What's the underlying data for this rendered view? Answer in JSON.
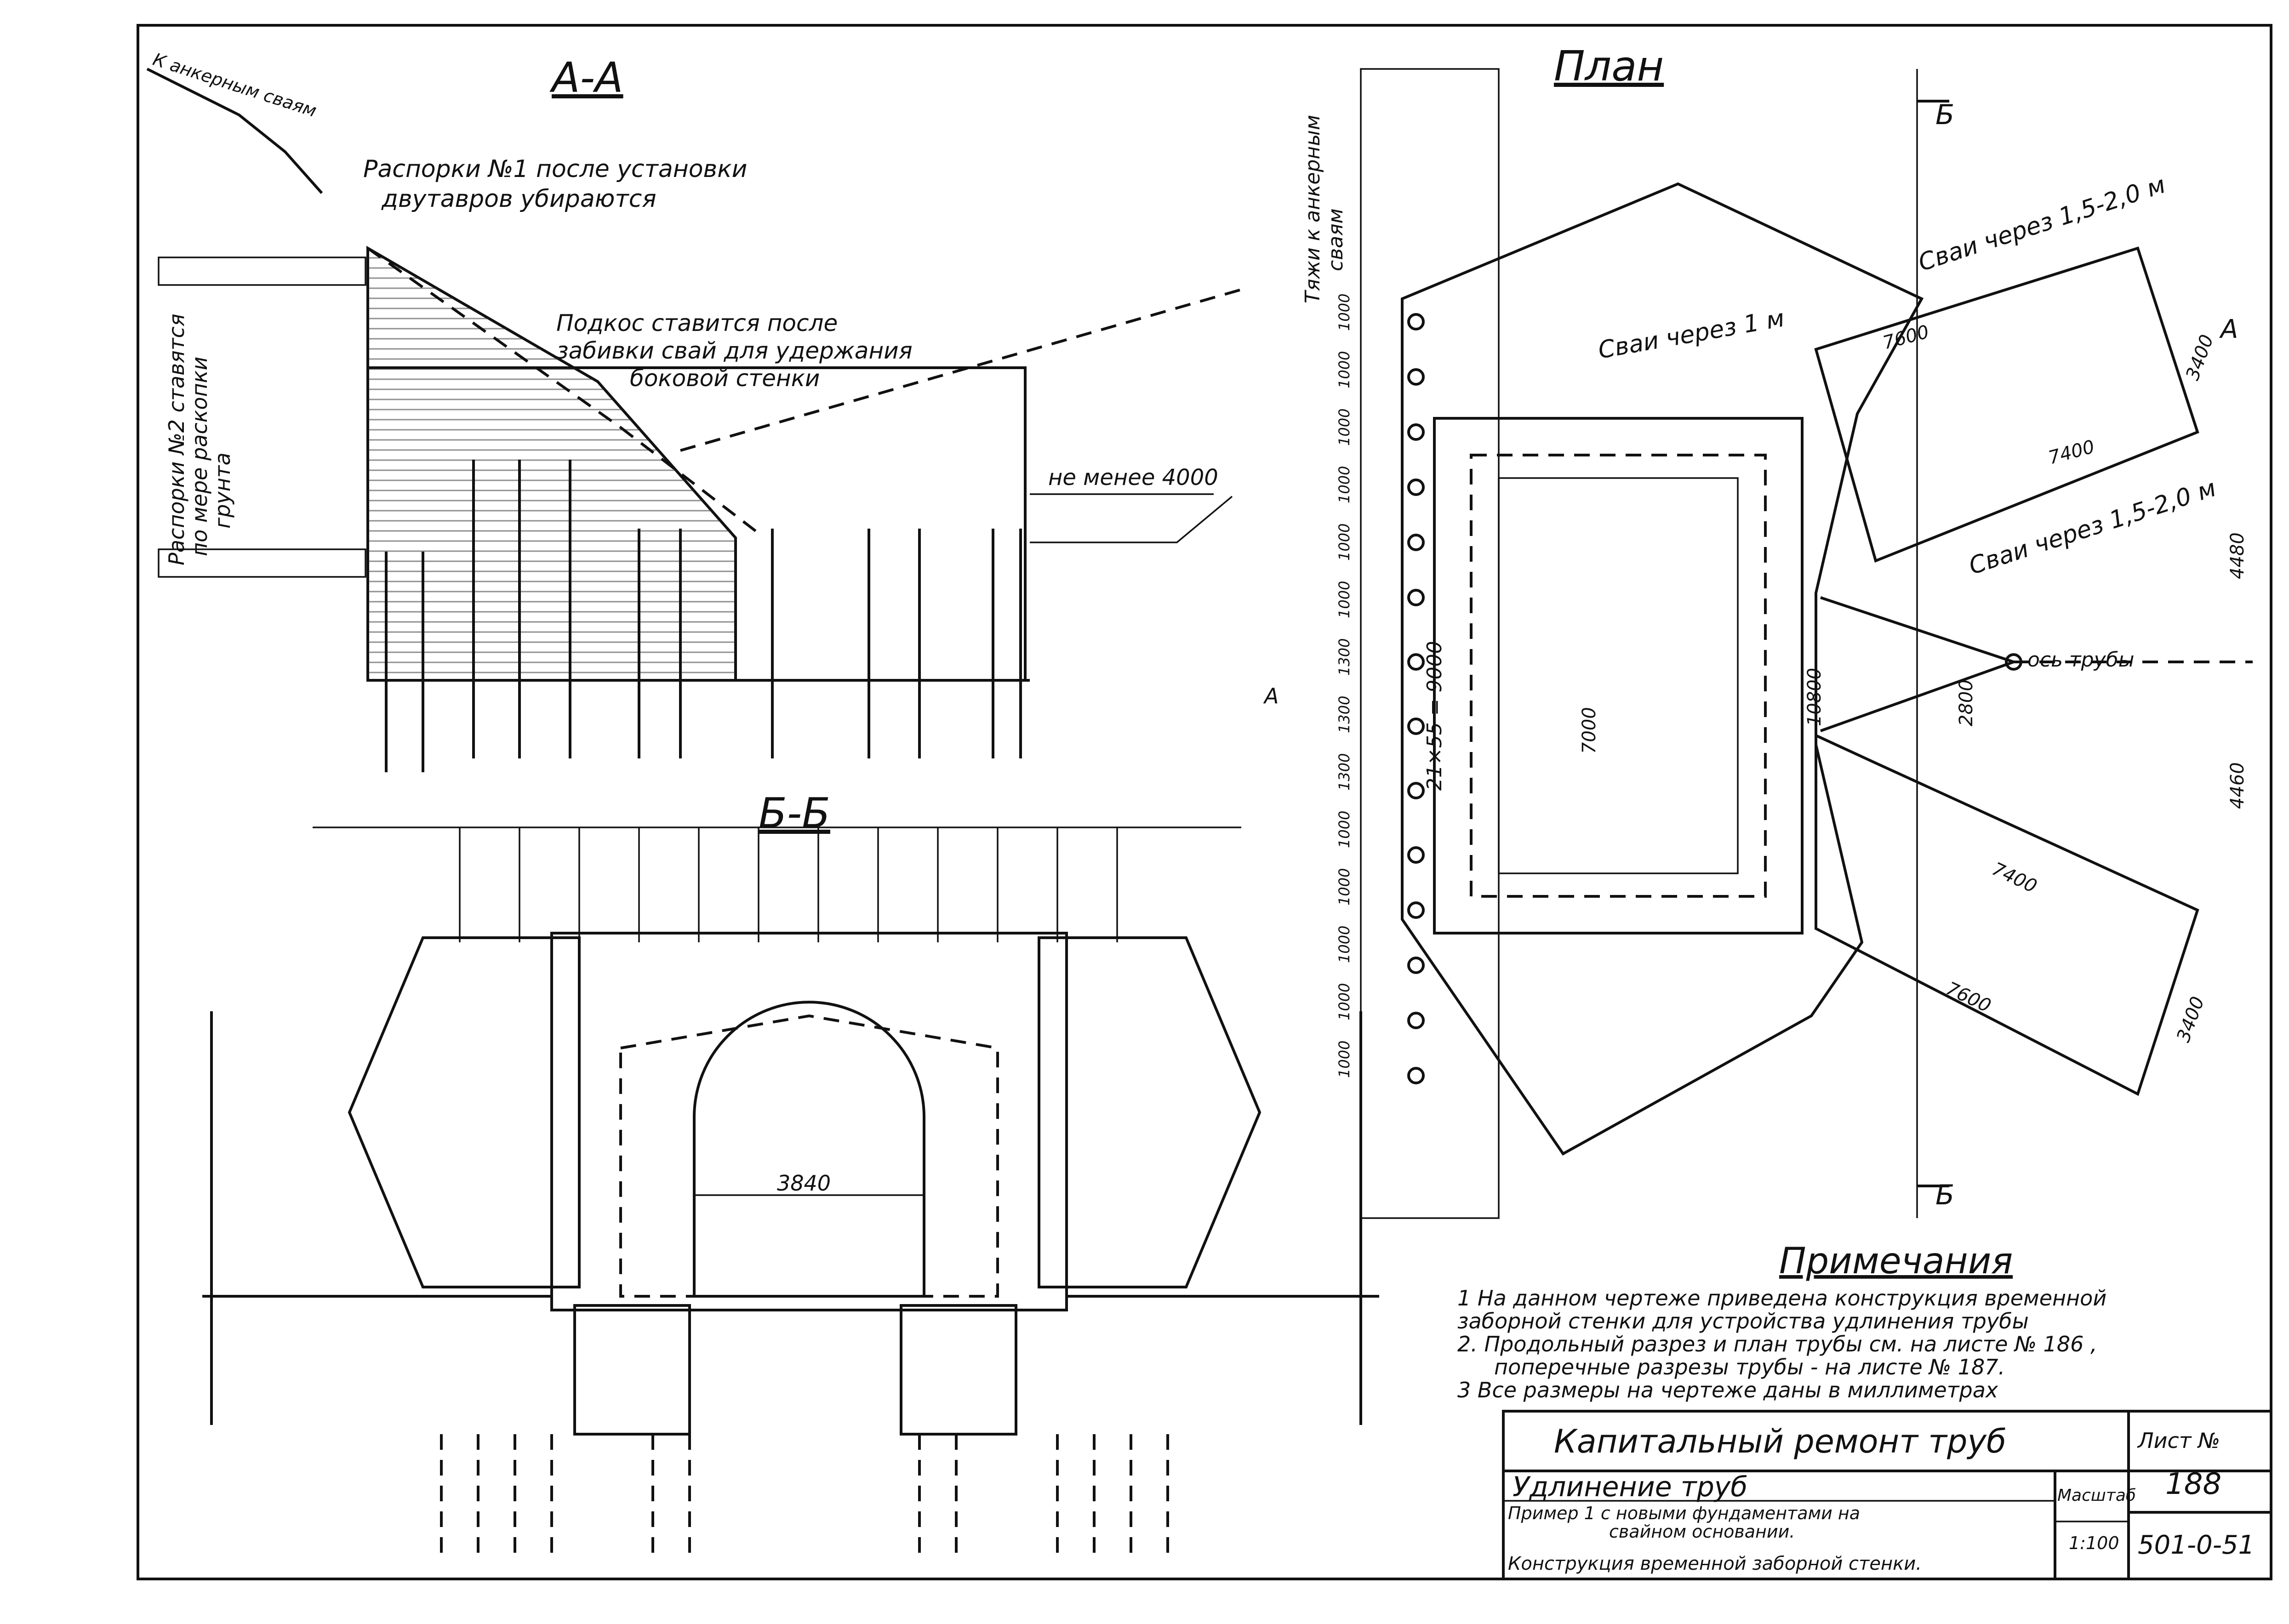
{
  "sections": {
    "aa_title": "А-А",
    "bb_title": "Б-Б",
    "plan_title": "План"
  },
  "section_aa": {
    "anchor_label": "К анкерным сваям",
    "note_struts1_line1": "Распорки №1 после установки",
    "note_struts1_line2": "двутавров убираются",
    "note_brace_line1": "Подкос ставится после",
    "note_brace_line2": "забивки свай для удержания",
    "note_brace_line3": "боковой стенки",
    "note_struts2_line1": "Распорки №2 ставятся",
    "note_struts2_line2": "по мере раскопки",
    "note_struts2_line3": "грунта",
    "dim_min": "не менее 4000",
    "cut_mark": "А"
  },
  "section_bb": {
    "dim_span": "3840"
  },
  "plan": {
    "tie_label_line1": "Тяжи к анкерным",
    "tie_label_line2": "сваям",
    "piles_1m": "Сваи через 1 м",
    "piles_15_20_top": "Сваи через 1,5-2,0 м",
    "piles_15_20_bottom": "Сваи через 1,5-2,0 м",
    "pipe_axis": "ось трубы",
    "spacing_label": "21×55 = 9000",
    "spacing_ticks": [
      "1000",
      "1000",
      "1000",
      "1000",
      "1000",
      "1000",
      "1300",
      "1300",
      "1300",
      "1000",
      "1000",
      "1000",
      "1000",
      "1000"
    ],
    "dims": {
      "d7600_top": "7600",
      "d7400_top": "7400",
      "d3400_top": "3400",
      "d4480": "4480",
      "d4460": "4460",
      "d2800": "2800",
      "d10800": "10800",
      "d7000": "7000",
      "d7400_bot": "7400",
      "d7600_bot": "7600",
      "d3400_bot": "3400"
    },
    "cut_b": "Б",
    "cut_a": "А"
  },
  "notes": {
    "heading": "Примечания",
    "items": [
      "1 На данном чертеже приведена конструкция временной",
      "заборной стенки для  устройства удлинения трубы",
      "2. Продольный разрез и план трубы см. на листе № 186 ,",
      "поперечные разрезы трубы - на листе № 187.",
      "3  Все размеры на чертеже даны в миллиметрах"
    ]
  },
  "title_block": {
    "main_title": "Капитальный ремонт труб",
    "subtitle": "Удлинение труб",
    "description_line1": "Пример 1 с новыми фундаментами на",
    "description_line2": "свайном основании.",
    "description_line3": "Конструкция временной заборной стенки.",
    "sheet_label": "Лист №",
    "sheet_number": "188",
    "scale_label": "Масштаб",
    "scale_value": "1:100",
    "code": "501-0-51"
  }
}
